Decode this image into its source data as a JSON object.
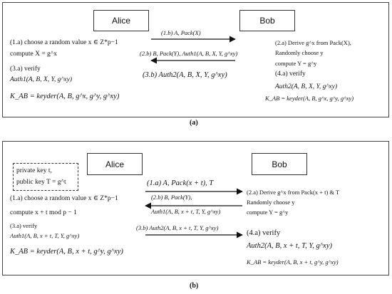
{
  "panel_a": {
    "alice": "Alice",
    "bob": "Bob",
    "msg1": "(1.b) A, Pack(X)",
    "msg2": "(2.b) B, Pack(Y), Auth1(A, B, X, Y, g^xy)",
    "msg3": "(3.b) Auth2(A, B, X, Y, g^xy)",
    "alice_lines": [
      "(1.a) choose a random value x ∈ Z*p−1",
      "compute X = g^x",
      "(3.a) verify",
      "Auth1(A, B, X, Y, g^xy)",
      "K_AB = keyder(A, B, g^x, g^y, g^xy)"
    ],
    "bob_lines": [
      "(2.a) Derive g^x from Pack(X),",
      "Randomly choose y",
      "compute Y = g^y",
      "(4.a) verify",
      "Auth2(A, B, X, Y, g^xy)",
      "K_AB = keyder(A, B, g^x, g^y, g^xy)"
    ],
    "caption": "(a)"
  },
  "panel_b": {
    "alice": "Alice",
    "bob": "Bob",
    "key_lines": [
      "private key t,",
      "public key T = g^t"
    ],
    "msg1": "(1.a) A, Pack(x + t), T",
    "msg2": "(2.b) B, Pack(Y),",
    "msg2b": "Auth1(A, B, x + t, T, Y, g^xy)",
    "msg3": "(3.b) Auth2(A, B, x + t, T, Y, g^xy)",
    "alice_lines": [
      "(1.a) choose a random value x ∈ Z*p−1",
      "compute x + t mod p − 1",
      "(3.a) verify",
      "Auth1(A, B, x + t, T, Y, g^xy)",
      "K_AB = keyder(A, B, x + t, g^y, g^xy)"
    ],
    "bob_lines": [
      "(2.a) Derive g^x from Pack(x + t) & T",
      "Randomly choose y",
      "compute Y = g^y",
      "(4.a) verify",
      "Auth2(A, B, x + t, T, Y, g^xy)",
      "K_AB = keyder(A, B, x + t, g^y, g^xy)"
    ],
    "caption": "(b)"
  }
}
